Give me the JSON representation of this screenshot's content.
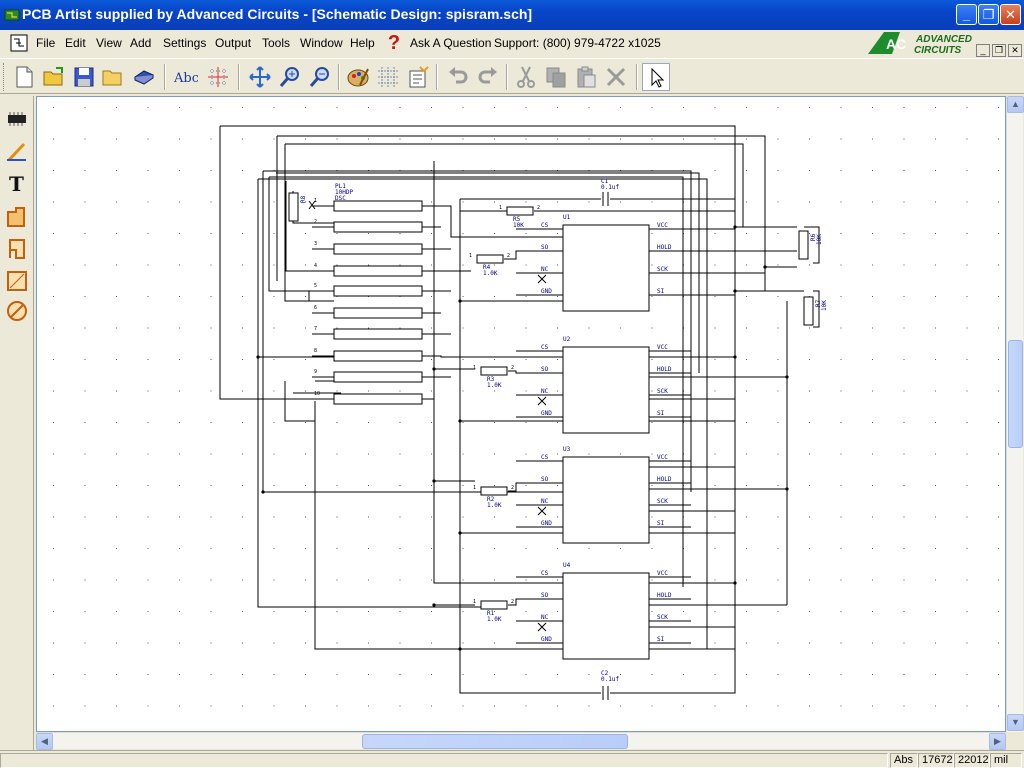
{
  "window": {
    "title": "PCB Artist supplied by Advanced Circuits - [Schematic Design: spisram.sch]",
    "minimize_label": "_",
    "maximize_label": "❐",
    "close_label": "✕"
  },
  "menu": {
    "items": [
      "File",
      "Edit",
      "View",
      "Add",
      "Settings",
      "Output",
      "Tools",
      "Window",
      "Help"
    ],
    "ask_question": "Ask A Question",
    "support": "Support: (800) 979-4722 x1025",
    "logo_line1": "ADVANCED",
    "logo_line2": "CIRCUITS",
    "logo_mark": "AC"
  },
  "toolbar": {
    "buttons": [
      "new-icon",
      "open-icon",
      "save-icon",
      "folder-icon",
      "library-icon",
      "spellcheck-icon",
      "grid-icon",
      "zoom-fit-icon",
      "zoom-in-icon",
      "zoom-out-icon",
      "palette-icon",
      "grid-snap-icon",
      "properties-icon",
      "undo-icon",
      "redo-icon",
      "cut-icon",
      "copy-icon",
      "paste-icon",
      "delete-icon",
      "select-pointer-icon"
    ]
  },
  "palette": {
    "tools": [
      "component-icon",
      "wire-icon",
      "text-icon",
      "shape-icon",
      "shape-alt-icon",
      "rectangle-icon",
      "circle-icon"
    ]
  },
  "schematic": {
    "connector": {
      "ref": "PL1",
      "value1": "10HDP",
      "value2": "DSC",
      "pins": [
        "1",
        "2",
        "3",
        "4",
        "5",
        "6",
        "7",
        "8",
        "9",
        "10"
      ]
    },
    "chips": [
      {
        "ref": "U1",
        "left_pins": [
          "CS",
          "SO",
          "NC",
          "GND"
        ],
        "right_pins": [
          "VCC",
          "HOLD",
          "SCK",
          "SI"
        ]
      },
      {
        "ref": "U2",
        "left_pins": [
          "CS",
          "SO",
          "NC",
          "GND"
        ],
        "right_pins": [
          "VCC",
          "HOLD",
          "SCK",
          "SI"
        ]
      },
      {
        "ref": "U3",
        "left_pins": [
          "CS",
          "SO",
          "NC",
          "GND"
        ],
        "right_pins": [
          "VCC",
          "HOLD",
          "SCK",
          "SI"
        ]
      },
      {
        "ref": "U4",
        "left_pins": [
          "CS",
          "SO",
          "NC",
          "GND"
        ],
        "right_pins": [
          "VCC",
          "HOLD",
          "SCK",
          "SI"
        ]
      }
    ],
    "resistors": [
      {
        "ref": "R5",
        "value": "10K"
      },
      {
        "ref": "R4",
        "value": "1.0K"
      },
      {
        "ref": "R3",
        "value": "1.0K"
      },
      {
        "ref": "R2",
        "value": "1.0K"
      },
      {
        "ref": "R1",
        "value": "1.0K"
      },
      {
        "ref": "R6",
        "value": "10K"
      },
      {
        "ref": "R7",
        "value": "10K"
      },
      {
        "ref": "R8",
        "value": ""
      }
    ],
    "capacitors": [
      {
        "ref": "C1",
        "value": "0.1uf"
      },
      {
        "ref": "C2",
        "value": "0.1uf"
      }
    ]
  },
  "status": {
    "mode": "Abs",
    "x": "17672",
    "y": "22012",
    "units": "mil"
  }
}
